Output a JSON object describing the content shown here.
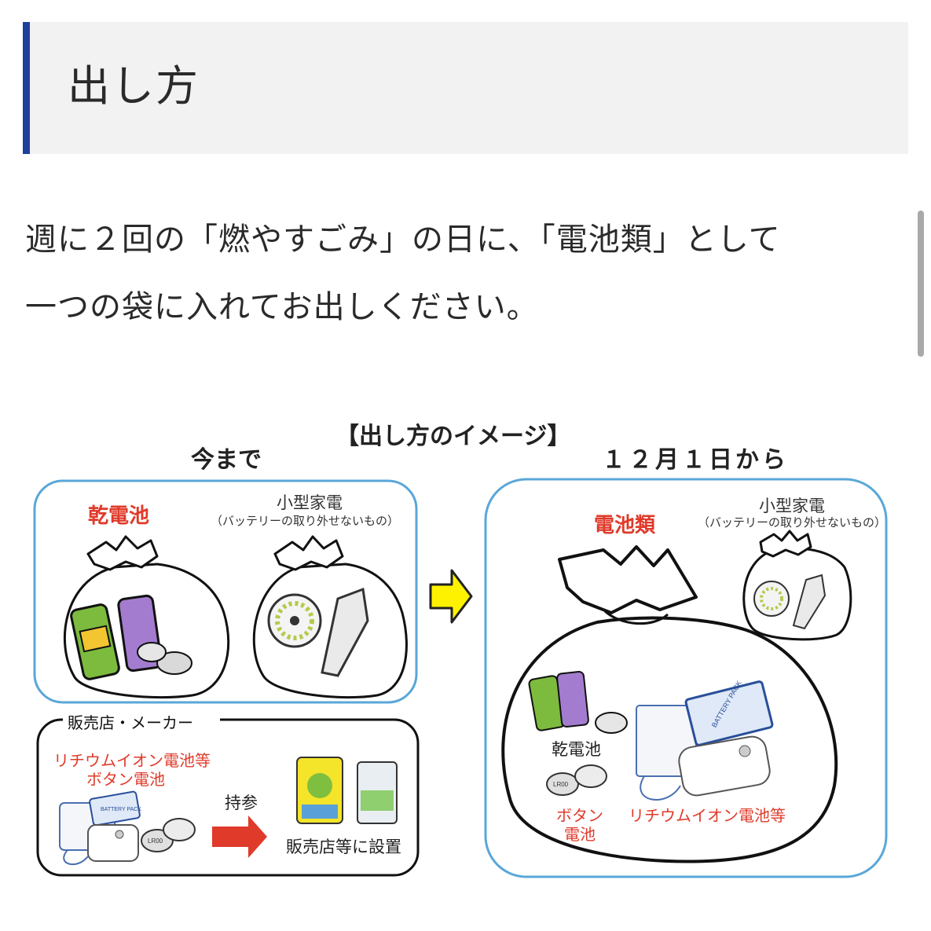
{
  "heading": {
    "title": "出し方"
  },
  "body": {
    "line1": "週に２回の「燃やすごみ」の日に、「電池類」として",
    "line2": "一つの袋に入れてお出しください。"
  },
  "diagram": {
    "title": "【出し方のイメージ】",
    "before_label": "今まで",
    "after_label": "１２月１日から",
    "before": {
      "dry_battery": "乾電池",
      "small_appliance": "小型家電",
      "small_appliance_note": "（バッテリーの取り外せないもの）"
    },
    "store": {
      "legend": "販売店・メーカー",
      "items_line1": "リチウムイオン電池等",
      "items_line2": "ボタン電池",
      "bring": "持参",
      "installed": "販売店等に設置",
      "battery_pack_text": "BATTERY PACK",
      "coin_text": "LR00"
    },
    "after": {
      "batteries": "電池類",
      "small_appliance": "小型家電",
      "small_appliance_note": "（バッテリーの取り外せないもの）",
      "dry_battery": "乾電池",
      "button_line1": "ボタン",
      "button_line2": "電池",
      "lithium": "リチウムイオン電池等",
      "battery_pack_text": "BATTERY PACK",
      "coin_text": "LR00"
    }
  },
  "colors": {
    "accent": "#1f3f9c",
    "red": "#e03a2a",
    "box_border": "#5aa7d8"
  }
}
